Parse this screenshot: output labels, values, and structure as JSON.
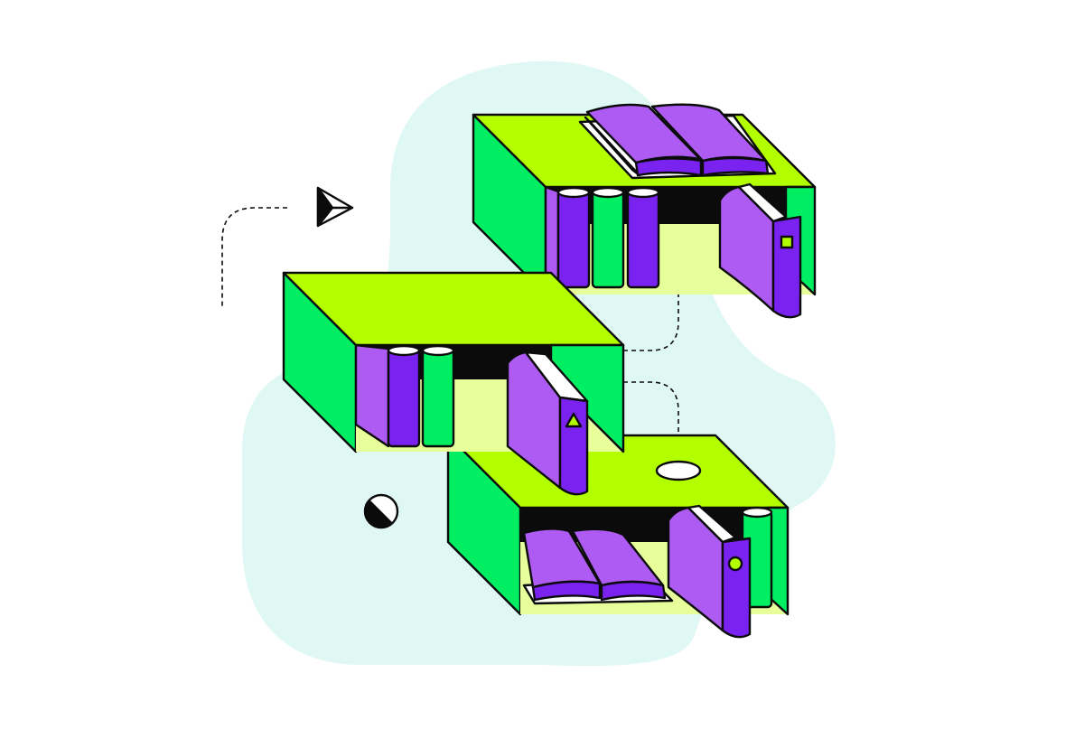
{
  "illustration": {
    "subject": "isometric-bookshelves",
    "shelves": [
      {
        "name": "top-shelf",
        "items": [
          "open-book",
          "book",
          "book",
          "book",
          "leaning-book"
        ],
        "badge": "square"
      },
      {
        "name": "middle-shelf",
        "items": [
          "book",
          "book",
          "book",
          "leaning-book"
        ],
        "badge": "triangle"
      },
      {
        "name": "bottom-shelf",
        "items": [
          "open-book",
          "leaning-book",
          "book"
        ],
        "badge": "circle"
      }
    ],
    "decorations": [
      "dashed-path",
      "paper-plane-icon",
      "half-circle-icon",
      "hole"
    ]
  },
  "colors": {
    "background": "#ffffff",
    "blob": "#e0f8f4",
    "shelf_top": "#b3ff00",
    "shelf_side": "#00ef62",
    "shelf_floor": "#e6ff9a",
    "book_purple": "#ad5bf2",
    "book_spine": "#7a22f0",
    "book_green": "#00ef62",
    "outline": "#0b0b0b"
  }
}
